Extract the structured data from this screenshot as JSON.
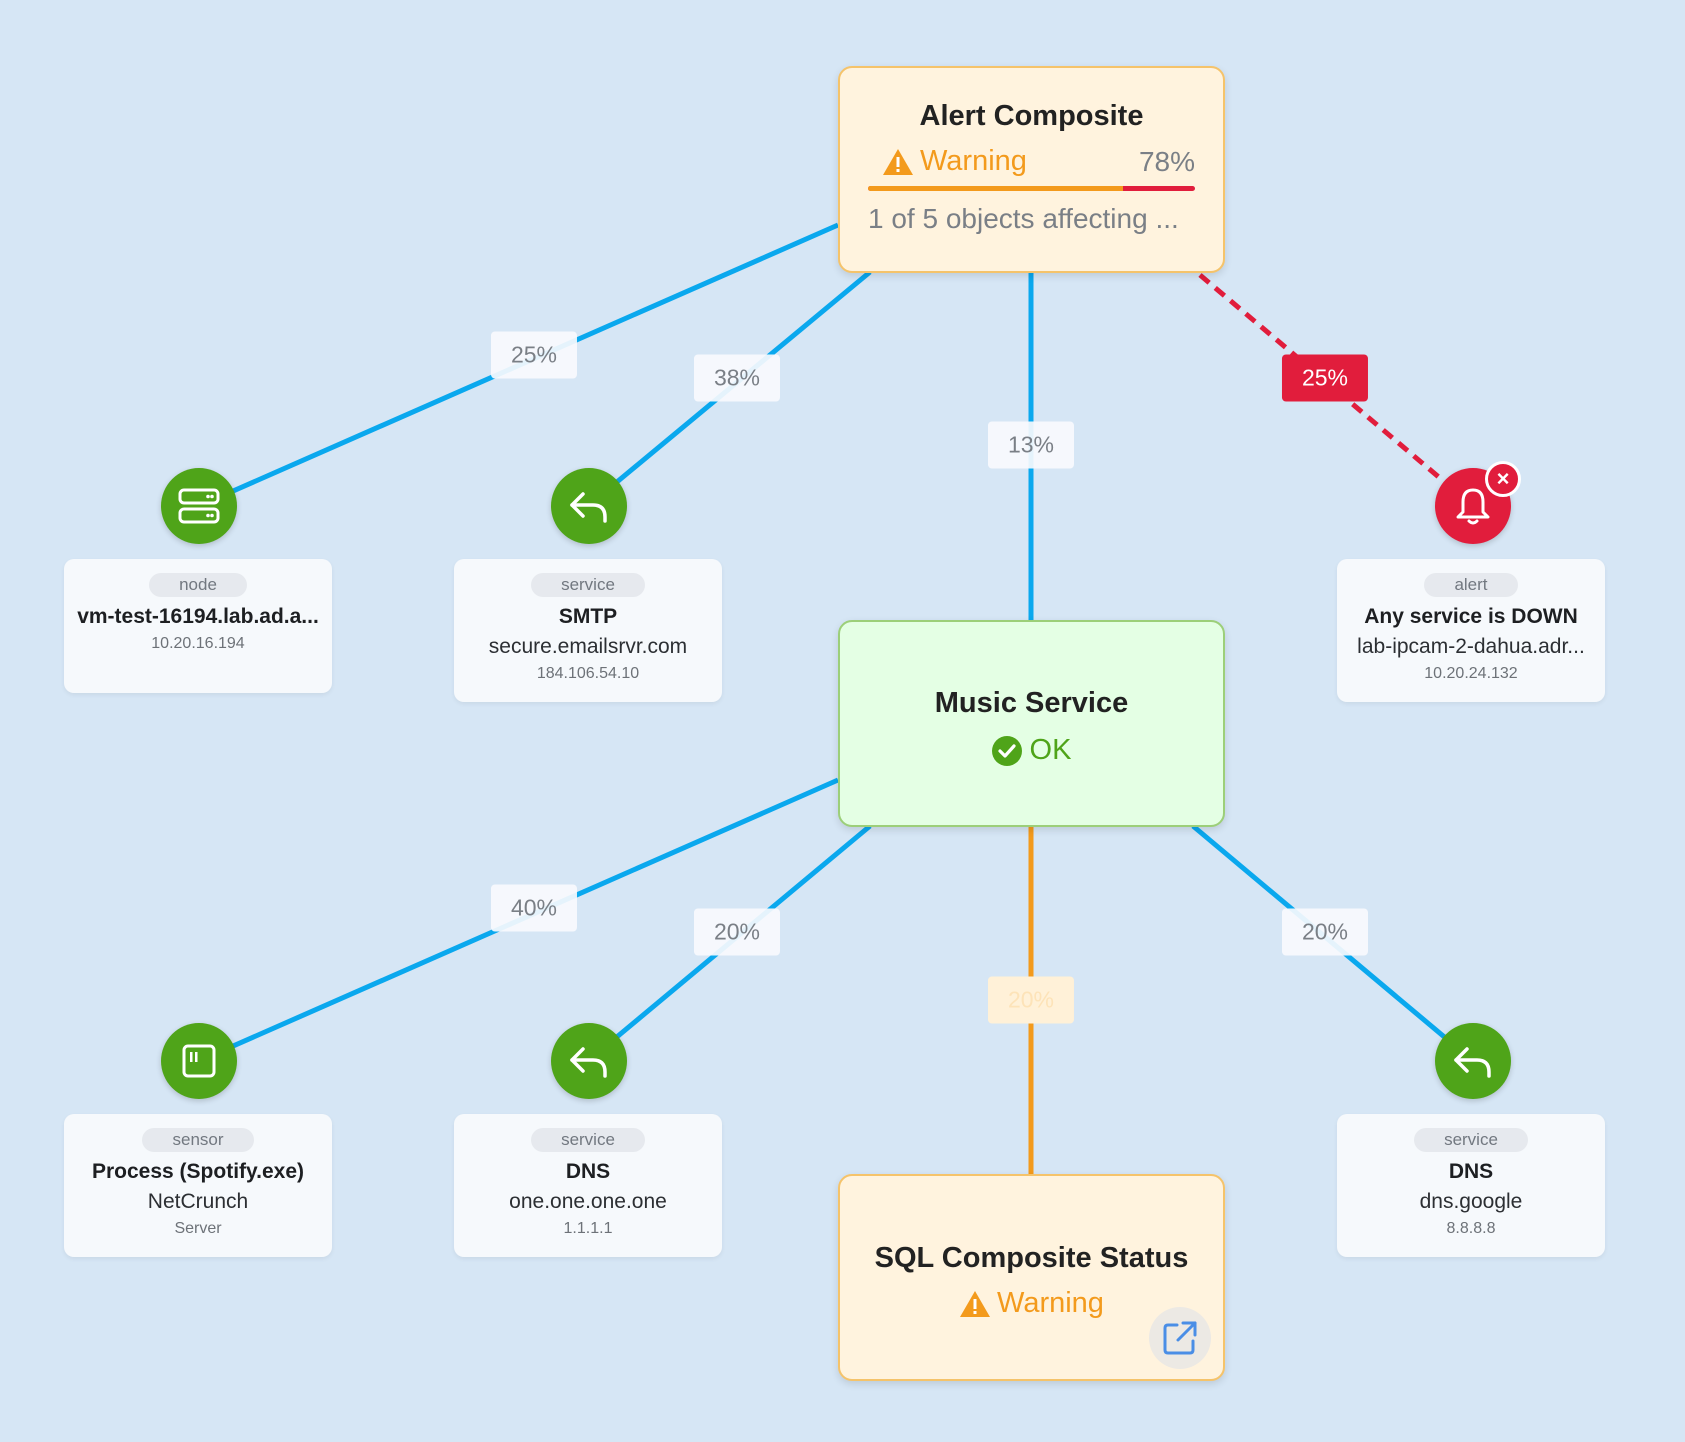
{
  "colors": {
    "background": "#d6e6f5",
    "edge_blue": "#0aa8ee",
    "edge_red": "#e11d3c",
    "edge_orange": "#f39a1c",
    "ok_green": "#4fa419",
    "warning_orange": "#f39a1c"
  },
  "alert_composite": {
    "title": "Alert Composite",
    "status": "Warning",
    "percent_label": "78%",
    "progress": 0.78,
    "description": "1 of 5 objects affecting ..."
  },
  "music_service": {
    "title": "Music Service",
    "status": "OK"
  },
  "sql_composite": {
    "title": "SQL Composite Status",
    "status": "Warning",
    "open_icon": "external-link-icon"
  },
  "edges": {
    "alert_to_node": "25%",
    "alert_to_smtp": "38%",
    "alert_to_music": "13%",
    "alert_to_alert": "25%",
    "music_to_sensor": "40%",
    "music_to_dns1": "20%",
    "music_to_sql": "20%",
    "music_to_dns2": "20%"
  },
  "objects": {
    "node": {
      "type": "node",
      "name": "vm-test-16194.lab.ad.a...",
      "subtitle": "",
      "address": "10.20.16.194",
      "icon": "server-icon"
    },
    "smtp": {
      "type": "service",
      "name": "SMTP",
      "subtitle": "secure.emailsrvr.com",
      "address": "184.106.54.10",
      "icon": "service-return-icon"
    },
    "alert": {
      "type": "alert",
      "name": "Any service is DOWN",
      "subtitle": "lab-ipcam-2-dahua.adr...",
      "address": "10.20.24.132",
      "icon": "bell-icon",
      "badge": "×"
    },
    "sensor": {
      "type": "sensor",
      "name": "Process (Spotify.exe)",
      "subtitle": "NetCrunch",
      "address": "Server",
      "icon": "sensor-icon"
    },
    "dns1": {
      "type": "service",
      "name": "DNS",
      "subtitle": "one.one.one.one",
      "address": "1.1.1.1",
      "icon": "service-return-icon"
    },
    "dns2": {
      "type": "service",
      "name": "DNS",
      "subtitle": "dns.google",
      "address": "8.8.8.8",
      "icon": "service-return-icon"
    }
  }
}
